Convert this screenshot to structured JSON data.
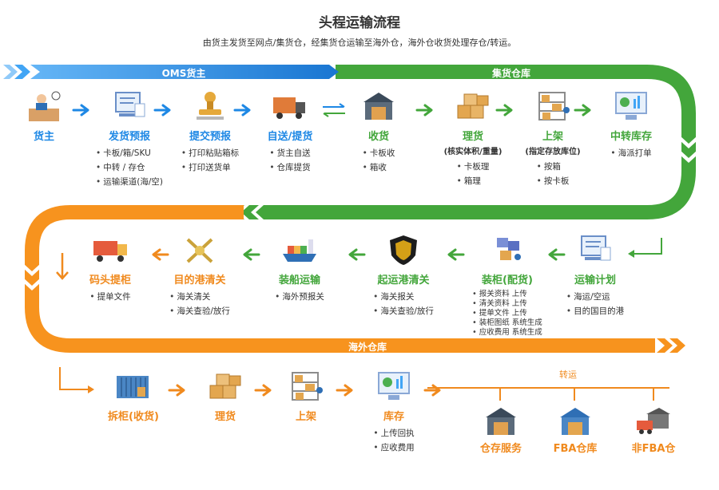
{
  "header": {
    "title": "头程运输流程",
    "subtitle": "由货主发货至网点/集货仓，经集货仓运输至海外仓，海外仓收货处理存仓/转运。"
  },
  "banners": {
    "oms": "OMS货主",
    "collect": "集货仓库",
    "overseas": "海外仓库"
  },
  "colors": {
    "blue": "#1e88e5",
    "green": "#43a63b",
    "orange": "#f08a1e"
  },
  "row1": [
    {
      "label": "货主",
      "sub": "",
      "notes": [],
      "icon": "shipper-at-desk-icon"
    },
    {
      "label": "发货预报",
      "sub": "",
      "notes": [
        "卡板/箱/SKU",
        "中转 / 存仓",
        "运输渠道(海/空)"
      ],
      "icon": "forecast-screen-icon"
    },
    {
      "label": "提交预报",
      "sub": "",
      "notes": [
        "打印粘贴箱标",
        "打印送货单"
      ],
      "icon": "stamp-icon"
    },
    {
      "label": "自送/提货",
      "sub": "",
      "notes": [
        "货主自送",
        "仓库提货"
      ],
      "icon": "delivery-truck-icon"
    },
    {
      "label": "收货",
      "sub": "",
      "notes": [
        "卡板收",
        "箱收"
      ],
      "icon": "warehouse-receiving-icon"
    },
    {
      "label": "理货",
      "sub": "(核实体积/重量)",
      "notes": [
        "卡板理",
        "箱理"
      ],
      "icon": "boxes-icon"
    },
    {
      "label": "上架",
      "sub": "(指定存放库位)",
      "notes": [
        "按箱",
        "按卡板"
      ],
      "icon": "shelving-icon"
    },
    {
      "label": "中转库存",
      "sub": "",
      "notes": [
        "海派打单"
      ],
      "icon": "dashboard-screen-icon"
    }
  ],
  "row2": [
    {
      "label": "运输计划",
      "notes": [
        "海运/空运",
        "目的国目的港"
      ],
      "icon": "plan-screen-icon"
    },
    {
      "label": "装柜(配货)",
      "notes": [
        "报关资料 上传",
        "清关资料 上传",
        "提单文件 上传",
        "装柜图纸  系统生成",
        "应收费用  系统生成"
      ],
      "icon": "loading-boxes-icon"
    },
    {
      "label": "起运港清关",
      "notes": [
        "海关报关",
        "海关查验/放行"
      ],
      "icon": "customs-shield-icon"
    },
    {
      "label": "装船运输",
      "notes": [
        "海外预报关"
      ],
      "icon": "cargo-ship-icon"
    },
    {
      "label": "目的港清关",
      "notes": [
        "海关清关",
        "海关查验/放行"
      ],
      "icon": "customs-emblem-icon"
    },
    {
      "label": "码头提柜",
      "notes": [
        "提单文件"
      ],
      "icon": "container-truck-icon"
    }
  ],
  "row3": [
    {
      "label": "拆柜(收货)",
      "notes": [],
      "icon": "container-icon"
    },
    {
      "label": "理货",
      "notes": [],
      "icon": "boxes-icon"
    },
    {
      "label": "上架",
      "notes": [],
      "icon": "shelving-icon"
    },
    {
      "label": "库存",
      "notes": [
        "上传回执",
        "应收费用"
      ],
      "icon": "dashboard-screen-icon"
    }
  ],
  "transfer": {
    "label": "转运",
    "targets": [
      {
        "label": "仓存服务",
        "icon": "warehouse-boxes-icon"
      },
      {
        "label": "FBA仓库",
        "icon": "fba-warehouse-icon"
      },
      {
        "label": "非FBA仓",
        "icon": "warehouse-truck-icon"
      }
    ]
  }
}
